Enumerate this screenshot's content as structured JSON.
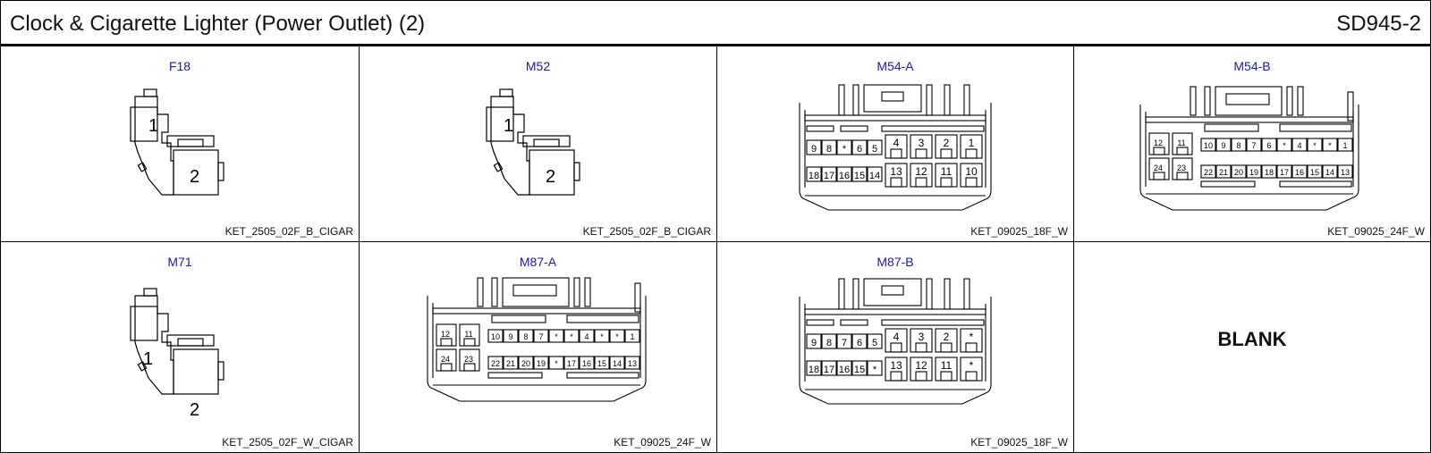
{
  "header": {
    "title": "Clock & Cigarette Lighter (Power Outlet) (2)",
    "code": "SD945-2"
  },
  "connectors": [
    {
      "name": "F18",
      "part": "KET_2505_02F_B_CIGAR",
      "pins": [
        "1",
        "2"
      ]
    },
    {
      "name": "M52",
      "part": "KET_2505_02F_B_CIGAR",
      "pins": [
        "1",
        "2"
      ]
    },
    {
      "name": "M54-A",
      "part": "KET_09025_18F_W",
      "pins_top": [
        "9",
        "8",
        "*",
        "6",
        "5"
      ],
      "pins_bottom": [
        "18",
        "17",
        "16",
        "15",
        "14"
      ],
      "cavities_top": [
        "4",
        "3",
        "2",
        "1"
      ],
      "cavities_bottom": [
        "13",
        "12",
        "11",
        "10"
      ]
    },
    {
      "name": "M54-B",
      "part": "KET_09025_24F_W",
      "cavities_left": [
        "12",
        "11",
        "24",
        "23"
      ],
      "pins_top": [
        "10",
        "9",
        "8",
        "7",
        "6",
        "*",
        "4",
        "*",
        "*",
        "1"
      ],
      "pins_bottom": [
        "22",
        "21",
        "20",
        "19",
        "18",
        "17",
        "16",
        "15",
        "14",
        "13"
      ]
    },
    {
      "name": "M71",
      "part": "KET_2505_02F_W_CIGAR",
      "pins": [
        "1",
        "2"
      ]
    },
    {
      "name": "M87-A",
      "part": "KET_09025_24F_W",
      "cavities_left": [
        "12",
        "11",
        "24",
        "23"
      ],
      "pins_top": [
        "10",
        "9",
        "8",
        "7",
        "*",
        "*",
        "4",
        "*",
        "*",
        "1"
      ],
      "pins_bottom": [
        "22",
        "21",
        "20",
        "19",
        "*",
        "17",
        "16",
        "15",
        "14",
        "13"
      ]
    },
    {
      "name": "M87-B",
      "part": "KET_09025_18F_W",
      "pins_top": [
        "9",
        "8",
        "7",
        "6",
        "5"
      ],
      "pins_bottom": [
        "18",
        "17",
        "16",
        "15",
        "*"
      ],
      "cavities_top": [
        "4",
        "3",
        "2",
        "*"
      ],
      "cavities_bottom": [
        "13",
        "12",
        "11",
        "*"
      ]
    }
  ],
  "blank_label": "BLANK"
}
